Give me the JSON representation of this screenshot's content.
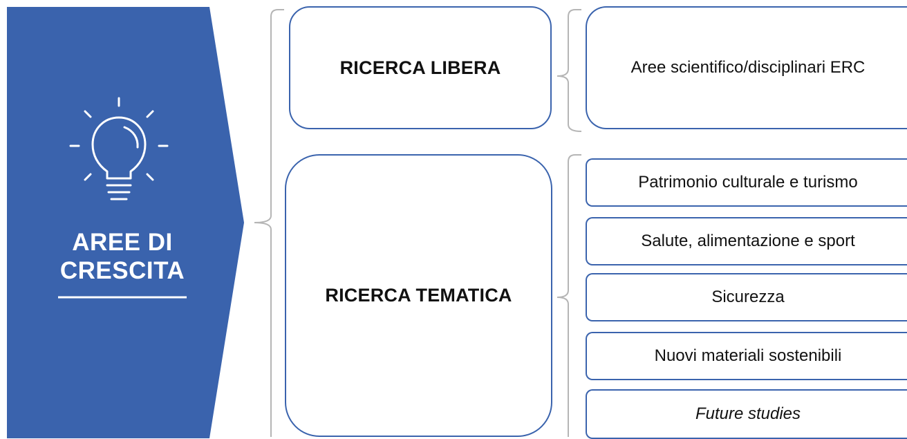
{
  "banner": {
    "title_line1": "AREE DI",
    "title_line2": "CRESCITA",
    "icon": "lightbulb-icon",
    "color": "#3a63ad"
  },
  "main": {
    "libera_label": "RICERCA LIBERA",
    "tematica_label": "RICERCA TEMATICA"
  },
  "libera_items": [
    "Aree scientifico/disciplinari ERC"
  ],
  "tematica_items": [
    "Patrimonio culturale e turismo",
    "Salute, alimentazione e sport",
    "Sicurezza",
    "Nuovi materiali sostenibili",
    "Future studies"
  ],
  "colors": {
    "accent": "#3a63ad",
    "bracket": "#b5b5b5"
  }
}
